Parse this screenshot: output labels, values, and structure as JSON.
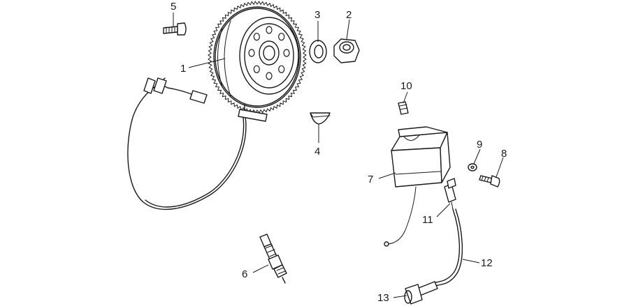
{
  "parts": [
    {
      "ref": "1",
      "name": "flywheel"
    },
    {
      "ref": "2",
      "name": "nut"
    },
    {
      "ref": "3",
      "name": "washer"
    },
    {
      "ref": "4",
      "name": "woodruff-key"
    },
    {
      "ref": "5",
      "name": "screw"
    },
    {
      "ref": "6",
      "name": "spark-plug"
    },
    {
      "ref": "7",
      "name": "ignition-coil"
    },
    {
      "ref": "8",
      "name": "coil-screw"
    },
    {
      "ref": "9",
      "name": "coil-washer"
    },
    {
      "ref": "10",
      "name": "clip"
    },
    {
      "ref": "11",
      "name": "hv-cable-connector"
    },
    {
      "ref": "12",
      "name": "hv-cable"
    },
    {
      "ref": "13",
      "name": "spark-plug-cap"
    }
  ]
}
